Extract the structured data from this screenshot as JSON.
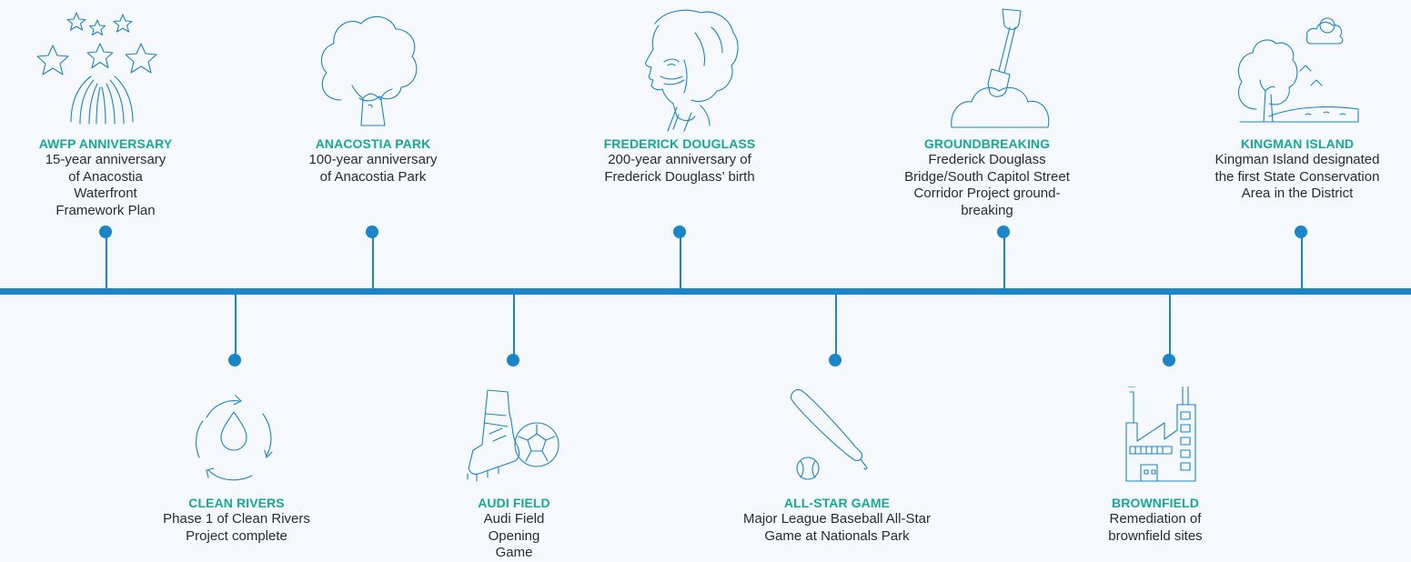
{
  "colors": {
    "line": "#1a85c7",
    "title": "#17a89c",
    "text": "#2b2b2b",
    "background": "#f5f9fd"
  },
  "events": [
    {
      "title": "AWFP ANNIVERSARY",
      "desc": "15-year anniversary of Anacostia Waterfront Framework Plan",
      "icon": "fireworks-icon",
      "position": "top"
    },
    {
      "title": "CLEAN RIVERS",
      "desc": "Phase 1 of Clean Rivers Project complete",
      "icon": "water-cycle-icon",
      "position": "bottom"
    },
    {
      "title": "ANACOSTIA PARK",
      "desc": "100-year anniversary of Anacostia Park",
      "icon": "tree-icon",
      "position": "top"
    },
    {
      "title": "AUDI FIELD",
      "desc": "Audi Field Opening Game",
      "icon": "soccer-cleat-ball-icon",
      "position": "bottom"
    },
    {
      "title": "FREDERICK DOUGLASS",
      "desc": "200-year anniversary of Frederick Douglass’ birth",
      "icon": "frederick-douglass-portrait-icon",
      "position": "top"
    },
    {
      "title": "ALL-STAR GAME",
      "desc": "Major League Baseball All-Star Game at Nationals Park",
      "icon": "baseball-bat-icon",
      "position": "bottom"
    },
    {
      "title": "GROUNDBREAKING",
      "desc": "Frederick Douglass Bridge/South Capitol Street Corridor Project ground-breaking",
      "icon": "shovel-icon",
      "position": "top"
    },
    {
      "title": "BROWNFIELD",
      "desc": "Remediation of brownfield sites",
      "icon": "factory-icon",
      "position": "bottom"
    },
    {
      "title": "KINGMAN ISLAND",
      "desc": "Kingman Island designated the first State Conservation Area in the District",
      "icon": "island-landscape-icon",
      "position": "top"
    }
  ]
}
